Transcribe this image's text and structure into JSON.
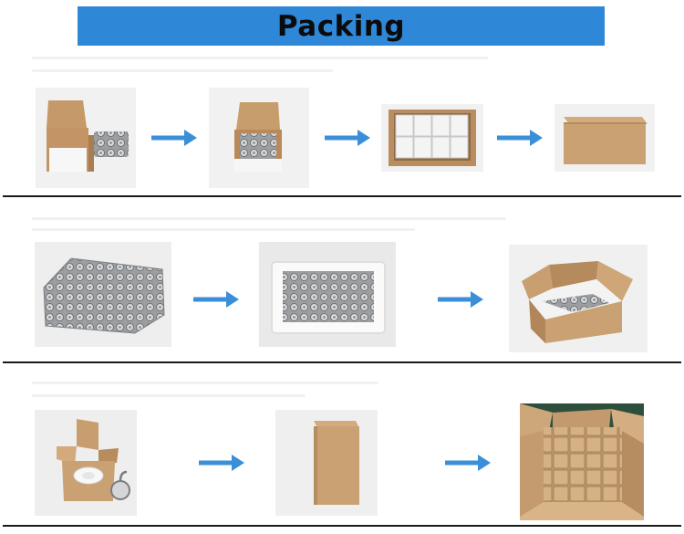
{
  "header": {
    "title": "Packing"
  },
  "colors": {
    "banner": "#2f87d8",
    "arrow": "#3a8fd8",
    "divider": "#1a1a1a",
    "cardboard": "#c9a173"
  },
  "rows": [
    {
      "steps": [
        {
          "name": "hooks-beside-open-white-box"
        },
        {
          "name": "hooks-inside-white-box"
        },
        {
          "name": "white-boxes-in-carton"
        },
        {
          "name": "closed-carton"
        }
      ]
    },
    {
      "steps": [
        {
          "name": "pile-of-magnetic-hooks"
        },
        {
          "name": "hooks-in-foam-tray"
        },
        {
          "name": "foam-tray-in-open-carton"
        }
      ]
    },
    {
      "steps": [
        {
          "name": "hook-with-open-kraft-box-and-foam"
        },
        {
          "name": "closed-kraft-box"
        },
        {
          "name": "kraft-boxes-in-open-carton"
        }
      ]
    }
  ]
}
